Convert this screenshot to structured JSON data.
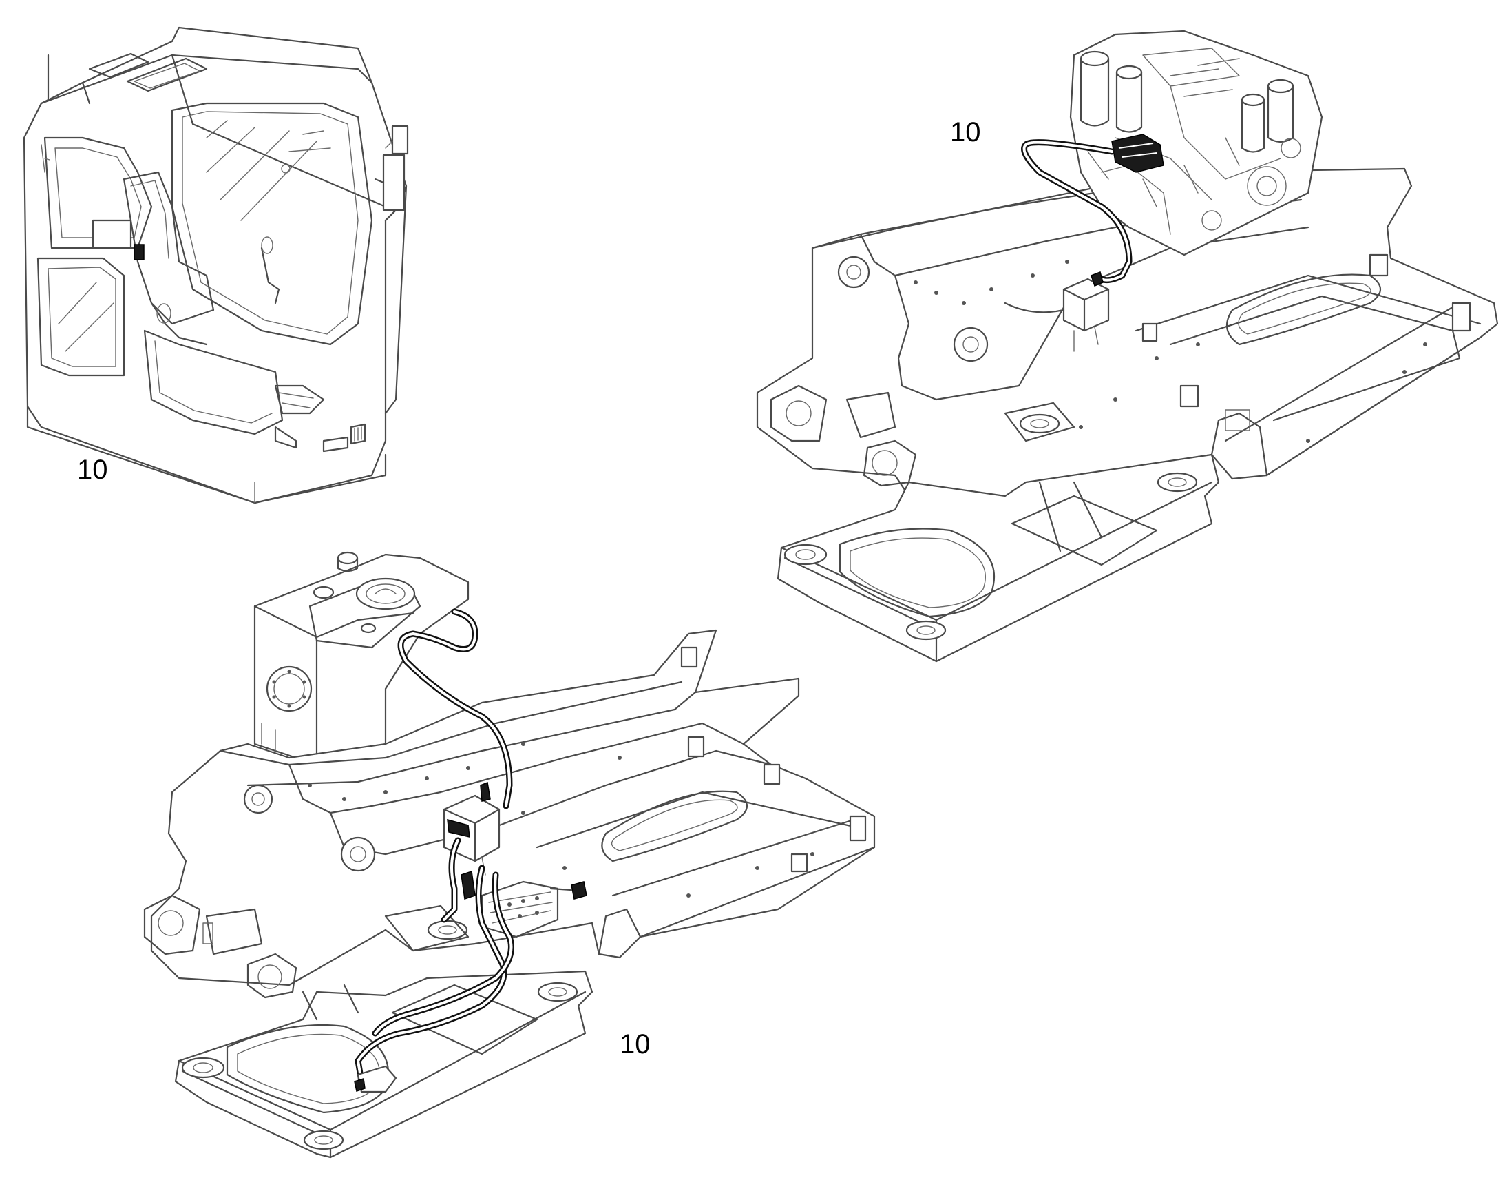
{
  "callouts": [
    {
      "id": "cab",
      "text": "10"
    },
    {
      "id": "engine",
      "text": "10"
    },
    {
      "id": "tank",
      "text": "10"
    }
  ],
  "colors": {
    "background": "#ffffff",
    "outline": "#4a4a4a",
    "hose": "#111111"
  },
  "views": [
    "operator-cab",
    "engine-upper-frame",
    "tank-upper-frame"
  ]
}
